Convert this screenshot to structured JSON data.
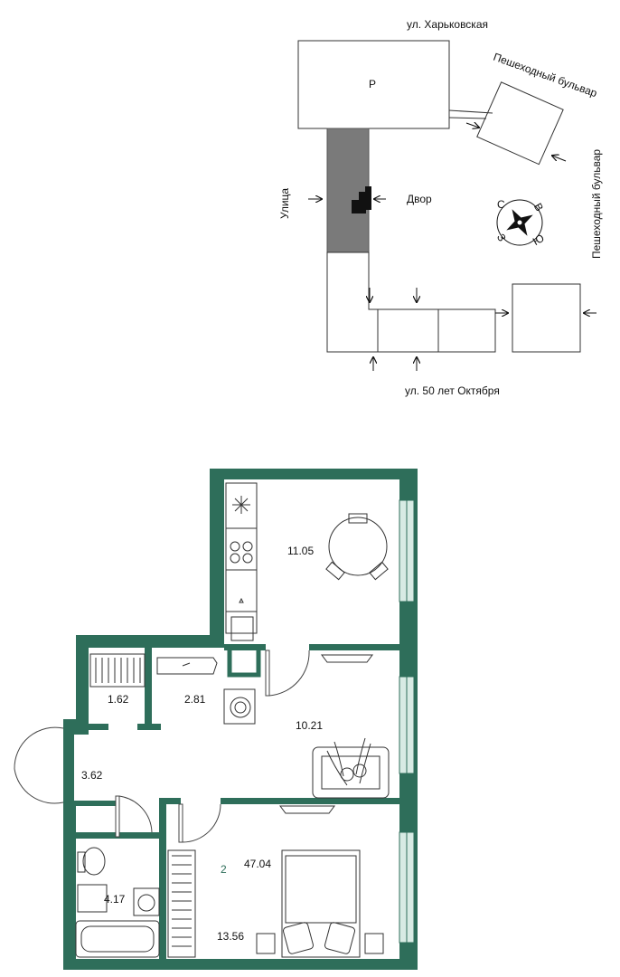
{
  "site_plan": {
    "street_top": "ул. Харьковская",
    "boulevard_top": "Пешеходный бульвар",
    "boulevard_right": "Пешеходный бульвар",
    "street_left": "Улица",
    "yard": "Двор",
    "parking": "Р",
    "street_bottom": "ул. 50 лет Октября",
    "compass": {
      "n": "С",
      "e": "В",
      "s": "Ю",
      "w": "З"
    }
  },
  "floor_plan": {
    "rooms_label": "2",
    "total_area": "47.04",
    "areas": {
      "kitchen": "11.05",
      "storage": "1.62",
      "laundry": "2.81",
      "living": "10.21",
      "hall": "3.62",
      "bathroom": "4.17",
      "bedroom": "13.56"
    }
  },
  "colors": {
    "wall": "#2e6e5a",
    "building_dark": "#7a7a7a",
    "window": "#d8ebe4"
  }
}
